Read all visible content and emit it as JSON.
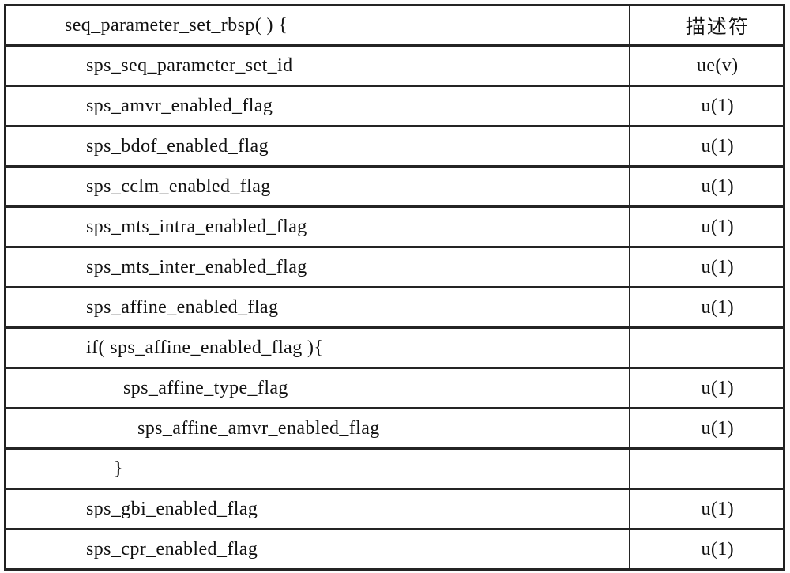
{
  "figure": {
    "kind": "video-codec-syntax-table",
    "descriptor_column_header": "描述符"
  },
  "colors": {
    "border": "#242424",
    "text": "#111111",
    "background": "#ffffff"
  },
  "table": {
    "rows": [
      {
        "syntax": "seq_parameter_set_rbsp( ) {",
        "descriptor": "描述符",
        "indent": 0
      },
      {
        "syntax": "sps_seq_parameter_set_id",
        "descriptor": "ue(v)",
        "indent": 1
      },
      {
        "syntax": "sps_amvr_enabled_flag",
        "descriptor": "u(1)",
        "indent": 1
      },
      {
        "syntax": "sps_bdof_enabled_flag",
        "descriptor": "u(1)",
        "indent": 1
      },
      {
        "syntax": "sps_cclm_enabled_flag",
        "descriptor": "u(1)",
        "indent": 1
      },
      {
        "syntax": "sps_mts_intra_enabled_flag",
        "descriptor": "u(1)",
        "indent": 1
      },
      {
        "syntax": "sps_mts_inter_enabled_flag",
        "descriptor": "u(1)",
        "indent": 1
      },
      {
        "syntax": "sps_affine_enabled_flag",
        "descriptor": "u(1)",
        "indent": 1
      },
      {
        "syntax": "if( sps_affine_enabled_flag ){",
        "descriptor": "",
        "indent": 1
      },
      {
        "syntax": "sps_affine_type_flag",
        "descriptor": "u(1)",
        "indent": 2
      },
      {
        "syntax": "sps_affine_amvr_enabled_flag",
        "descriptor": "u(1)",
        "indent": 2
      },
      {
        "syntax": "}",
        "descriptor": "",
        "indent": 1
      },
      {
        "syntax": "sps_gbi_enabled_flag",
        "descriptor": "u(1)",
        "indent": 1
      },
      {
        "syntax": "sps_cpr_enabled_flag",
        "descriptor": "u(1)",
        "indent": 1
      }
    ]
  }
}
